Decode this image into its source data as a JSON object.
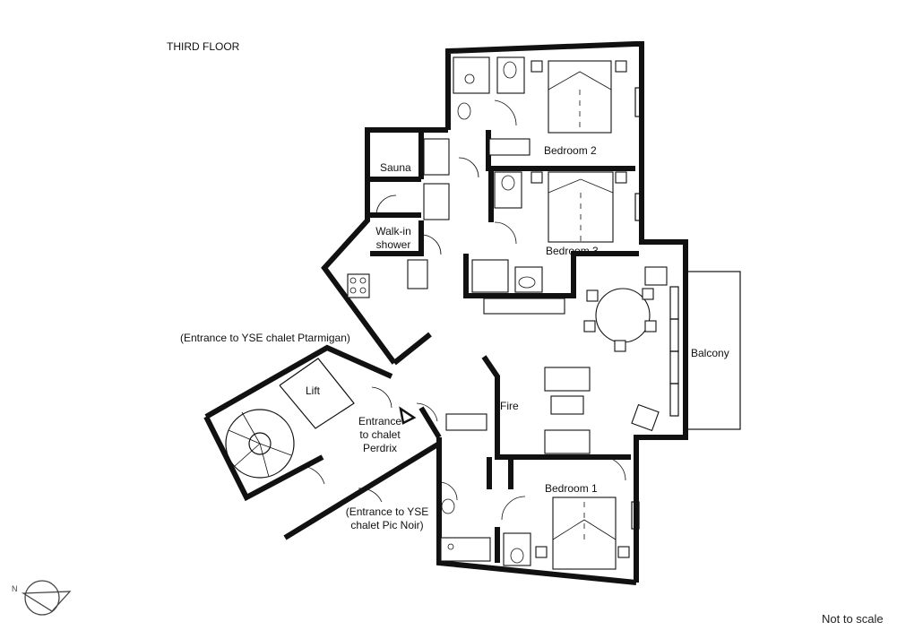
{
  "floor_title": "THIRD FLOOR",
  "rooms": {
    "bedroom_2": "Bedroom 2",
    "bedroom_3": "Bedroom 3",
    "bedroom_1": "Bedroom 1",
    "sauna": "Sauna",
    "walk_in_shower_line1": "Walk-in",
    "walk_in_shower_line2": "shower",
    "lift": "Lift",
    "fire": "Fire",
    "balcony": "Balcony"
  },
  "entrances": {
    "ptarmigan": "(Entrance to YSE chalet Ptarmigan)",
    "perdrix_line1": "Entrance",
    "perdrix_line2": "to chalet",
    "perdrix_line3": "Perdrix",
    "pic_noir_line1": "(Entrance to YSE",
    "pic_noir_line2": "chalet Pic Noir)"
  },
  "scale_note": "Not to scale",
  "icons": {
    "north": "north-arrow-icon",
    "entrance": "entrance-marker-icon"
  }
}
